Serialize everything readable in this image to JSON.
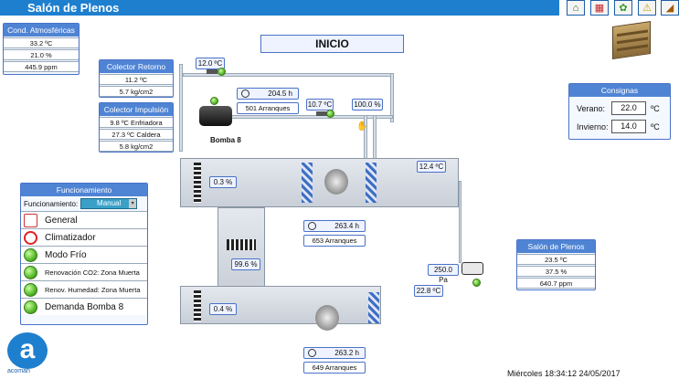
{
  "header": {
    "title": "Salón de Plenos"
  },
  "toolbar": {
    "home": "⌂",
    "calendar": "▦",
    "settings": "✿",
    "alarm": "⚠",
    "trend": "◢"
  },
  "inicio": "INICIO",
  "atmos": {
    "title": "Cond. Atmosféricas",
    "rows": [
      "33.2 ºC",
      "21.0 %",
      "445.9 ppm"
    ]
  },
  "retorno": {
    "title": "Colector Retorno",
    "rows": [
      "11.2 ºC",
      "5.7 kg/cm2"
    ]
  },
  "impulsion": {
    "title": "Colector Impulsión",
    "rows": [
      "9.8 ºC Enfriadora",
      "27.3 ºC Caldera",
      "5.8 kg/cm2"
    ]
  },
  "bomba": {
    "label": "Bomba 8",
    "hours": "204.5 h",
    "arranques": "501 Arranques"
  },
  "readings": {
    "t12": "12.0 ºC",
    "t107": "10.7 ºC",
    "valve100": "100.0 %",
    "t124": "12.4 ºC",
    "damper03": "0.3 %",
    "fan1_hours": "263.4 h",
    "fan1_arr": "653 Arranques",
    "damper996": "99.6 %",
    "p2500": "250.0 Pa",
    "t228": "22.8 ºC",
    "damper04": "0.4 %",
    "fan2_hours": "263.2 h",
    "fan2_arr": "649 Arranques"
  },
  "consignas": {
    "title": "Consignas",
    "verano_label": "Verano:",
    "verano": "22.0",
    "invierno_label": "Invierno:",
    "invierno": "14.0",
    "unit": "ºC"
  },
  "salon": {
    "title": "Salón de Plenos",
    "rows": [
      "23.5 ºC",
      "37.5 %",
      "640.7 ppm"
    ]
  },
  "funcionamiento": {
    "title": "Funcionamiento",
    "label": "Funcionamiento:",
    "mode": "Manual",
    "items": [
      "General",
      "Climatizador",
      "Modo Frío",
      "Renovación CO2: Zona Muerta",
      "Renov. Humedad: Zona Muerta",
      "Demanda Bomba 8"
    ]
  },
  "logo": {
    "text": "acoman"
  },
  "footer": {
    "datetime": "Miércoles  18:34:12  24/05/2017"
  },
  "colors": {
    "header": "#1e7fcf",
    "panel_title": "#4f84d4",
    "led_green": "#55b82a"
  }
}
